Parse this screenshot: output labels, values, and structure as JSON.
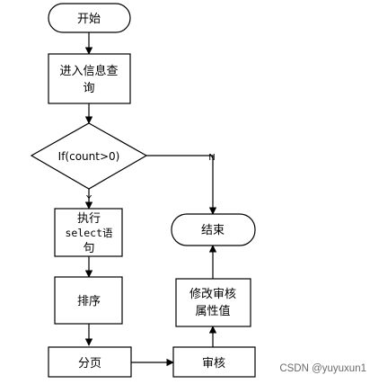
{
  "flowchart": {
    "nodes": {
      "start": {
        "label": "开始",
        "shape": "terminal"
      },
      "query": {
        "line1": "进入信息查",
        "line2": "询",
        "shape": "process"
      },
      "decision": {
        "label": "If(count>0)",
        "shape": "decision"
      },
      "select": {
        "line1": "执行",
        "line2": "select语",
        "line3": "句",
        "shape": "process"
      },
      "sort": {
        "label": "排序",
        "shape": "process"
      },
      "paging": {
        "label": "分页",
        "shape": "process"
      },
      "review": {
        "label": "审核",
        "shape": "process"
      },
      "modify": {
        "line1": "修改审核",
        "line2": "属性值",
        "shape": "process"
      },
      "end": {
        "label": "结束",
        "shape": "terminal"
      }
    },
    "edges": {
      "yes_label": "Y",
      "no_label": "N"
    }
  },
  "watermark": "CSDN @yuyuxun1",
  "colors": {
    "stroke": "#000000",
    "background": "#ffffff",
    "watermark": "#6b6b6b"
  }
}
